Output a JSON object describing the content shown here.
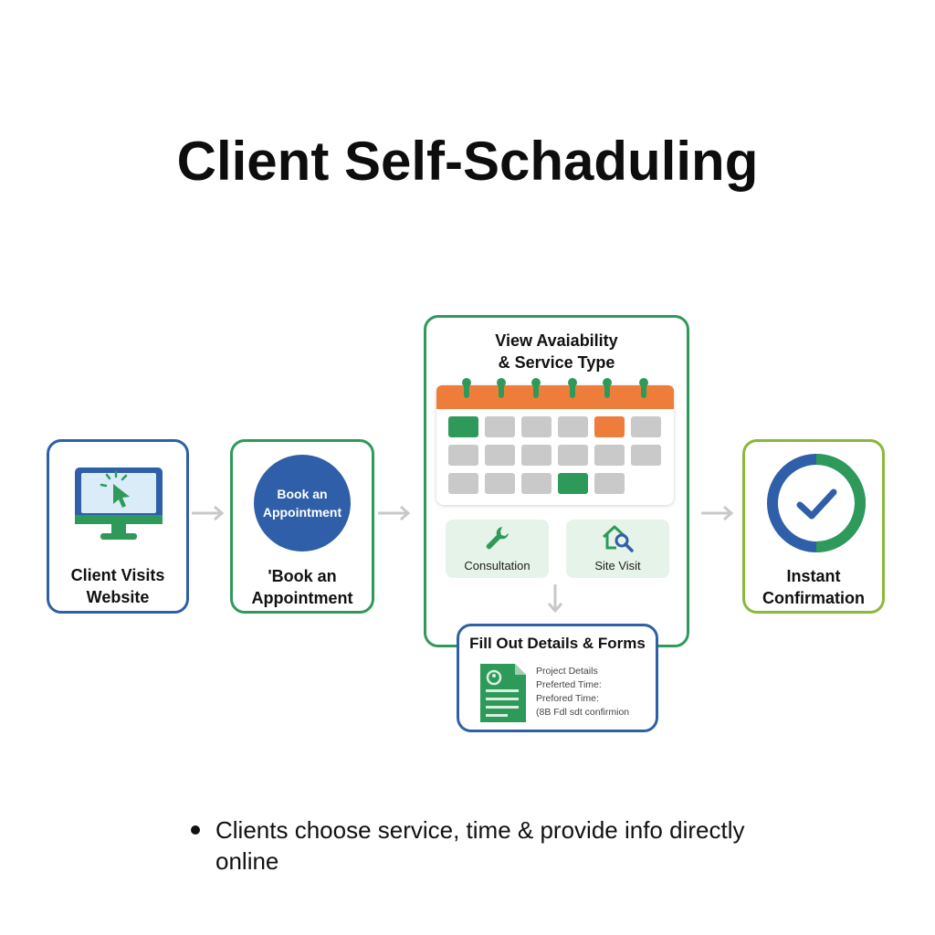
{
  "title": "Client Self-Schaduling",
  "steps": {
    "visit": {
      "line1": "Client Visits",
      "line2": "Website"
    },
    "book": {
      "badge_line1": "Book an",
      "badge_line2": "Appointment",
      "line1": "'Book an",
      "line2": "Appointment"
    },
    "availability": {
      "line1": "View Avaiability",
      "line2": "& Service Type"
    },
    "services": [
      {
        "label": "Consultation",
        "icon": "wrench-icon"
      },
      {
        "label": "Site Visit",
        "icon": "house-search-icon"
      }
    ],
    "forms": {
      "title": "Fill Out Details & Forms",
      "lines": [
        "Project Details",
        "Preferted Time:",
        "Prefored Time:",
        "(8B Fdl sdt confirmion"
      ]
    },
    "confirm": {
      "line1": "Instant",
      "line2": "Confirmation"
    }
  },
  "bullets": [
    "Clients choose service, time & provide info directly online"
  ],
  "colors": {
    "blue": "#2f5fa8",
    "green": "#2e9a5a",
    "lime": "#8ab83a",
    "orange": "#ee7d3b",
    "gray_cell": "#c9c9c9",
    "service_bg": "#e6f3e8",
    "arrow": "#c8c8c8"
  }
}
